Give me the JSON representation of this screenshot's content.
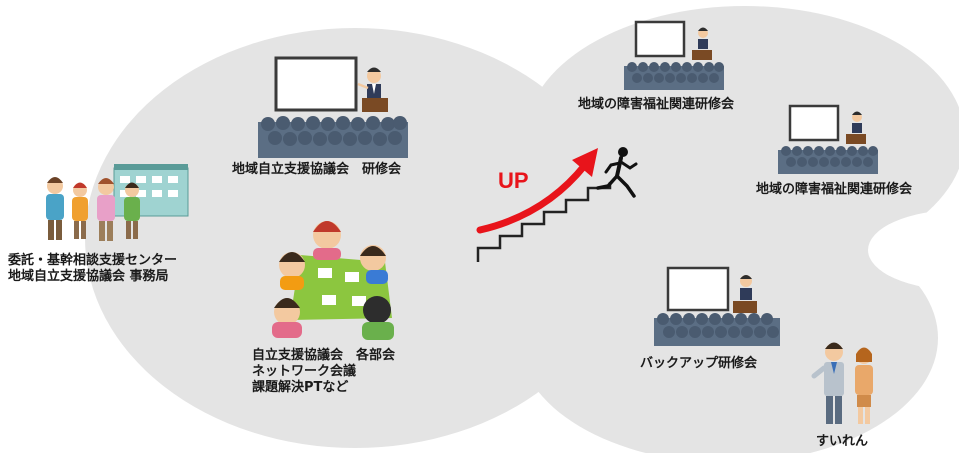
{
  "labels": {
    "left_org_line1": "委託・基幹相談支援センター",
    "left_org_line2": "地域自立支援協議会 事務局",
    "main_training": "地域自立支援協議会　研修会",
    "subcommittee_line1": "自立支援協議会　各部会",
    "subcommittee_line2": "ネットワーク会議",
    "subcommittee_line3": "課題解決PTなど",
    "up": "UP",
    "regional_training_1": "地域の障害福祉関連研修会",
    "regional_training_2": "地域の障害福祉関連研修会",
    "backup_training": "バックアップ研修会",
    "sumiren": "すいれん"
  },
  "colors": {
    "circle_fill": "#e4e4e4",
    "arrow_red": "#e8141b",
    "board_frame": "#3a3a3a",
    "audience": "#5b6e84",
    "table_green": "#8cc63f"
  }
}
